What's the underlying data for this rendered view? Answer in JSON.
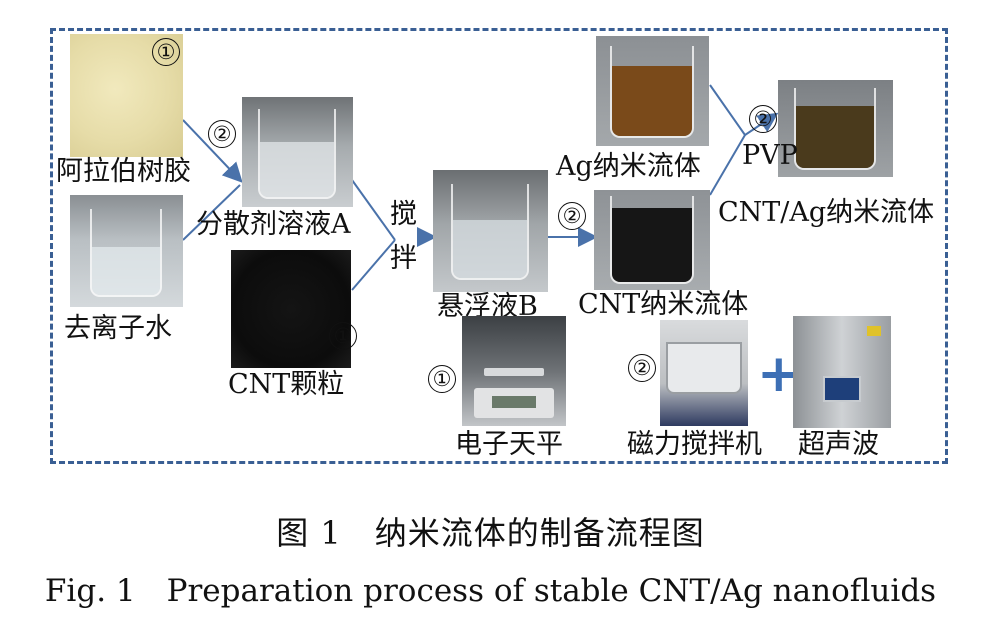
{
  "labels": {
    "gum_arabic": "阿拉伯树胶",
    "di_water": "去离子水",
    "dispersant_a": "分散剂溶液A",
    "cnt_particles": "CNT颗粒",
    "stir_1": "搅",
    "stir_2": "拌",
    "suspension_b": "悬浮液B",
    "ag_nanofluid": "Ag纳米流体",
    "cnt_nanofluid": "CNT纳米流体",
    "pvp": "PVP",
    "cnt_ag_nanofluid": "CNT/Ag纳米流体",
    "balance": "电子天平",
    "magnetic_stirrer": "磁力搅拌机",
    "ultrasonic": "超声波",
    "plus": "+"
  },
  "markers": {
    "one": "①",
    "two": "②"
  },
  "caption": {
    "cn": "图 1　纳米流体的制备流程图",
    "en": "Fig. 1　Preparation process of stable CNT/Ag nanofluids"
  },
  "colors": {
    "frame": "#3a5f94",
    "arrow": "#4a72aa",
    "plus": "#3d6fb5",
    "gum_powder": "#e6dca8",
    "cnt_powder": "#141414",
    "ag_fluid": "#7a4a1a",
    "cnt_ag_fluid": "#4a3a1c",
    "cnt_fluid": "#1a1a1a",
    "clear_water": "#dfe6ea"
  }
}
